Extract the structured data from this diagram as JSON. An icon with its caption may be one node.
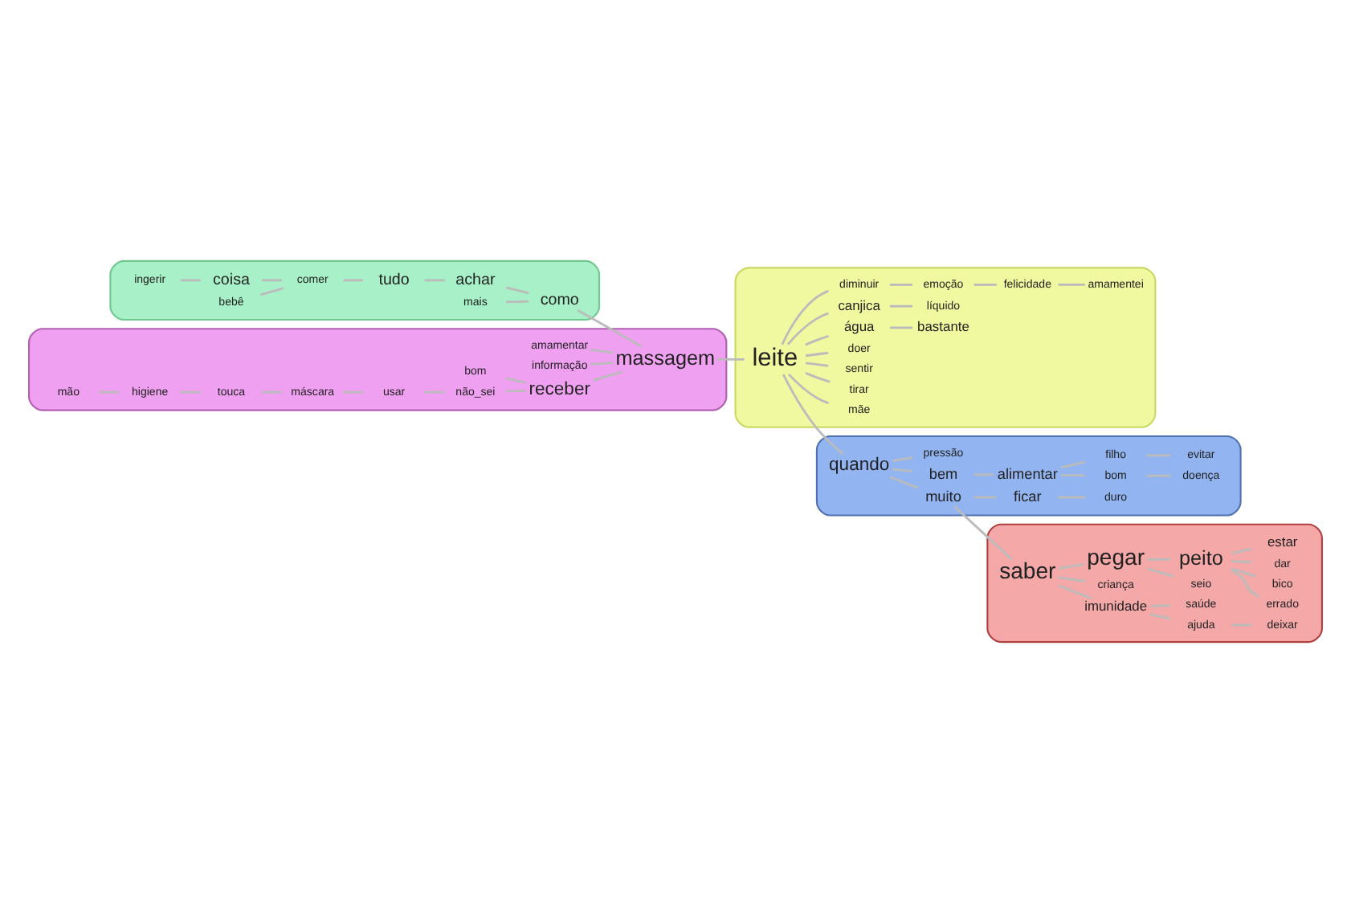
{
  "diagram": {
    "nodes": [
      {
        "text": [],
        "shape": "blob"
      },
      {
        "text": [
          "ingerir"
        ],
        "in": 0
      },
      {
        "text": [
          "coisa"
        ],
        "in": 0
      },
      {
        "text": [
          "bebê"
        ],
        "in": 0
      },
      {
        "text": [
          "comer"
        ],
        "in": 0
      },
      {
        "text": [
          "tudo"
        ],
        "in": 0
      },
      {
        "text": [
          "achar"
        ],
        "in": 0
      },
      {
        "text": [
          "mais"
        ],
        "in": 0
      },
      {
        "text": [
          "como"
        ],
        "in": 0
      },
      {
        "text": [],
        "shape": "blob"
      },
      {
        "text": [
          "evitar"
        ],
        "in": 9
      },
      {
        "text": [
          "doença"
        ],
        "in": 9
      },
      {
        "text": [
          "filho"
        ],
        "in": 9
      },
      {
        "text": [
          "bom"
        ],
        "in": 9
      },
      {
        "text": [
          "alimentar"
        ],
        "in": 9
      },
      {
        "text": [
          "bem"
        ],
        "in": 9
      },
      {
        "text": [
          "duro"
        ],
        "in": 9
      },
      {
        "text": [
          "ficar"
        ],
        "in": 9
      },
      {
        "text": [
          "quando"
        ],
        "in": 9
      },
      {
        "text": [
          "muito"
        ],
        "in": 9
      },
      {
        "text": [
          "pressão"
        ],
        "in": 9
      },
      {
        "text": [],
        "shape": "blob"
      },
      {
        "text": [
          "amamentar"
        ],
        "in": 21
      },
      {
        "text": [
          "informação"
        ],
        "in": 21
      },
      {
        "text": [
          "massagem"
        ],
        "in": 21
      },
      {
        "text": [
          "bom"
        ],
        "in": 21
      },
      {
        "text": [
          "receber"
        ],
        "in": 21
      },
      {
        "text": [
          "não_sei"
        ],
        "in": 21
      },
      {
        "text": [
          "usar"
        ],
        "in": 21
      },
      {
        "text": [
          "máscara"
        ],
        "in": 21
      },
      {
        "text": [
          "touca"
        ],
        "in": 21
      },
      {
        "text": [
          "higiene"
        ],
        "in": 21
      },
      {
        "text": [
          "mão"
        ],
        "in": 21
      },
      {
        "text": [],
        "shape": "blob"
      },
      {
        "text": [
          "mãe"
        ],
        "in": 33
      },
      {
        "text": [
          "tirar"
        ],
        "in": 33
      },
      {
        "text": [
          "leite"
        ],
        "in": 33
      },
      {
        "text": [
          "sentir"
        ],
        "in": 33
      },
      {
        "text": [
          "doer"
        ],
        "in": 33
      },
      {
        "text": [
          "água"
        ],
        "in": 33
      },
      {
        "text": [
          "canjica"
        ],
        "in": 33
      },
      {
        "text": [
          "diminuir"
        ],
        "in": 33
      },
      {
        "text": [
          "bastante"
        ],
        "in": 33
      },
      {
        "text": [
          "líquido"
        ],
        "in": 33
      },
      {
        "text": [
          "emoção"
        ],
        "in": 33
      },
      {
        "text": [
          "felicidade"
        ],
        "in": 33
      },
      {
        "text": [
          "amamentei"
        ],
        "in": 33
      },
      {
        "text": [],
        "shape": "blob"
      },
      {
        "text": [
          "deixar"
        ],
        "in": 47
      },
      {
        "text": [
          "ajuda"
        ],
        "in": 47
      },
      {
        "text": [
          "imunidade"
        ],
        "in": 47
      },
      {
        "text": [
          "saúde"
        ],
        "in": 47
      },
      {
        "text": [
          "criança"
        ],
        "in": 47
      },
      {
        "text": [
          "saber"
        ],
        "in": 47
      },
      {
        "text": [
          "pegar"
        ],
        "in": 47
      },
      {
        "text": [
          "seio"
        ],
        "in": 47
      },
      {
        "text": [
          "errado"
        ],
        "in": 47
      },
      {
        "text": [
          "peito"
        ],
        "in": 47
      },
      {
        "text": [
          "bico"
        ],
        "in": 47
      },
      {
        "text": [
          "dar"
        ],
        "in": 47
      },
      {
        "text": [
          "estar"
        ],
        "in": 47
      }
    ],
    "edges": [
      {
        "from": 1,
        "to": 2,
        "arrow": "none"
      },
      {
        "from": 2,
        "to": 4,
        "arrow": "none"
      },
      {
        "from": 3,
        "to": 4,
        "arrow": "none"
      },
      {
        "from": 4,
        "to": 5,
        "arrow": "none"
      },
      {
        "from": 5,
        "to": 6,
        "arrow": "none"
      },
      {
        "from": 6,
        "to": 8,
        "arrow": "none"
      },
      {
        "from": 7,
        "to": 8,
        "arrow": "none"
      },
      {
        "from": 8,
        "to": 24,
        "arrow": "none"
      },
      {
        "from": 22,
        "to": 24,
        "arrow": "none"
      },
      {
        "from": 23,
        "to": 24,
        "arrow": "none"
      },
      {
        "from": 25,
        "to": 26,
        "arrow": "none"
      },
      {
        "from": 26,
        "to": 24,
        "arrow": "none"
      },
      {
        "from": 27,
        "to": 26,
        "arrow": "none"
      },
      {
        "from": 28,
        "to": 27,
        "arrow": "none"
      },
      {
        "from": 29,
        "to": 28,
        "arrow": "none"
      },
      {
        "from": 30,
        "to": 29,
        "arrow": "none"
      },
      {
        "from": 31,
        "to": 30,
        "arrow": "none"
      },
      {
        "from": 32,
        "to": 31,
        "arrow": "none"
      },
      {
        "from": 24,
        "to": 36,
        "arrow": "none"
      },
      {
        "from": 36,
        "to": 34,
        "arrow": "none"
      },
      {
        "from": 36,
        "to": 35,
        "arrow": "none"
      },
      {
        "from": 36,
        "to": 38,
        "arrow": "none"
      },
      {
        "from": 36,
        "to": 37,
        "arrow": "none"
      },
      {
        "from": 36,
        "to": 39,
        "arrow": "none"
      },
      {
        "from": 36,
        "to": 40,
        "arrow": "none"
      },
      {
        "from": 40,
        "to": 43,
        "arrow": "none"
      },
      {
        "from": 36,
        "to": 41,
        "arrow": "none"
      },
      {
        "from": 39,
        "to": 42,
        "arrow": "none"
      },
      {
        "from": 41,
        "to": 44,
        "arrow": "none"
      },
      {
        "from": 44,
        "to": 45,
        "arrow": "none"
      },
      {
        "from": 45,
        "to": 46,
        "arrow": "none"
      },
      {
        "from": 36,
        "to": 18,
        "arrow": "none"
      },
      {
        "from": 18,
        "to": 15,
        "arrow": "none"
      },
      {
        "from": 15,
        "to": 14,
        "arrow": "none"
      },
      {
        "from": 14,
        "to": 12,
        "arrow": "none"
      },
      {
        "from": 12,
        "to": 10,
        "arrow": "none"
      },
      {
        "from": 14,
        "to": 13,
        "arrow": "none"
      },
      {
        "from": 13,
        "to": 11,
        "arrow": "none"
      },
      {
        "from": 18,
        "to": 20,
        "arrow": "none"
      },
      {
        "from": 18,
        "to": 19,
        "arrow": "none"
      },
      {
        "from": 19,
        "to": 17,
        "arrow": "none"
      },
      {
        "from": 17,
        "to": 16,
        "arrow": "none"
      },
      {
        "from": 19,
        "to": 53,
        "arrow": "none"
      },
      {
        "from": 53,
        "to": 52,
        "arrow": "none"
      },
      {
        "from": 53,
        "to": 50,
        "arrow": "none"
      },
      {
        "from": 50,
        "to": 49,
        "arrow": "none"
      },
      {
        "from": 49,
        "to": 48,
        "arrow": "none"
      },
      {
        "from": 50,
        "to": 51,
        "arrow": "none"
      },
      {
        "from": 53,
        "to": 54,
        "arrow": "none"
      },
      {
        "from": 54,
        "to": 55,
        "arrow": "none"
      },
      {
        "from": 54,
        "to": 57,
        "arrow": "none"
      },
      {
        "from": 57,
        "to": 56,
        "arrow": "none"
      },
      {
        "from": 57,
        "to": 58,
        "arrow": "none"
      },
      {
        "from": 57,
        "to": 59,
        "arrow": "none"
      },
      {
        "from": 57,
        "to": 60,
        "arrow": "none"
      }
    ]
  }
}
